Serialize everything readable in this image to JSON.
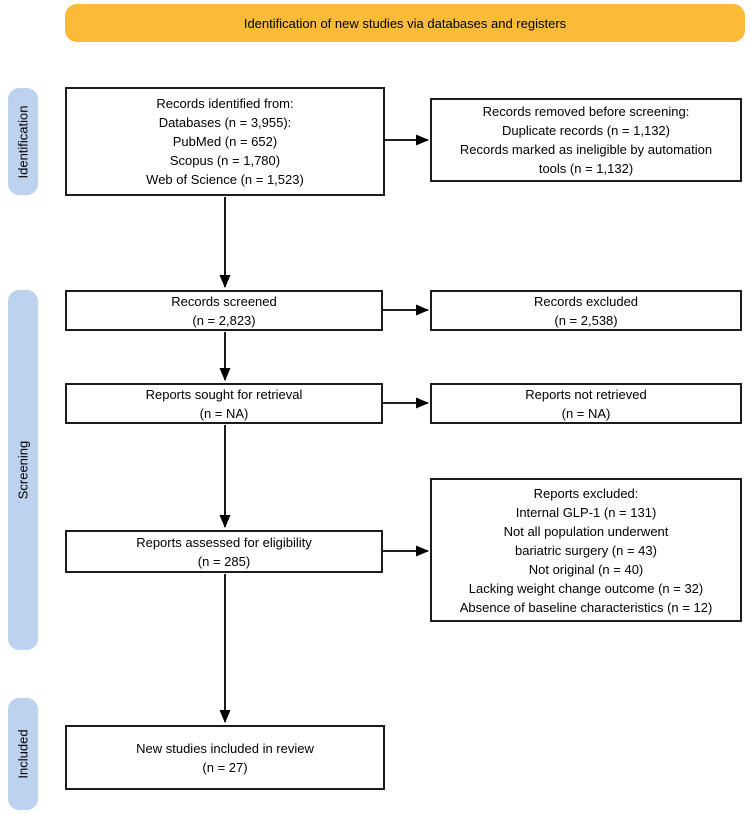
{
  "banner": {
    "title": "Identification of new studies via databases and registers",
    "bg_color": "#FBBA37"
  },
  "sidebar": {
    "bg_color": "#BDD2EE",
    "stages": [
      {
        "label": "Identification"
      },
      {
        "label": "Screening"
      },
      {
        "label": "Included"
      }
    ]
  },
  "boxes": {
    "records_identified": {
      "lines": [
        "Records identified from:",
        "Databases (n = 3,955):",
        "PubMed (n = 652)",
        "Scopus (n = 1,780)",
        "Web of Science (n = 1,523)"
      ]
    },
    "records_removed": {
      "lines": [
        "Records removed before screening:",
        "Duplicate records (n = 1,132)",
        "Records marked as ineligible by automation",
        "tools (n = 1,132)"
      ]
    },
    "records_screened": {
      "lines": [
        "Records screened",
        "(n = 2,823)"
      ]
    },
    "records_excluded": {
      "lines": [
        "Records excluded",
        "(n = 2,538)"
      ]
    },
    "reports_sought": {
      "lines": [
        "Reports sought for retrieval",
        "(n = NA)"
      ]
    },
    "reports_not_retrieved": {
      "lines": [
        "Reports not retrieved",
        "(n = NA)"
      ]
    },
    "reports_assessed": {
      "lines": [
        "Reports assessed for eligibility",
        "(n = 285)"
      ]
    },
    "reports_excluded": {
      "lines": [
        "Reports excluded:",
        "Internal GLP-1 (n = 131)",
        "Not all population underwent",
        "bariatric surgery (n = 43)",
        "Not original (n = 40)",
        "Lacking weight change outcome (n = 32)",
        "Absence of baseline characteristics (n = 12)"
      ]
    },
    "new_studies_included": {
      "lines": [
        "New studies included in review",
        "(n = 27)"
      ]
    }
  }
}
